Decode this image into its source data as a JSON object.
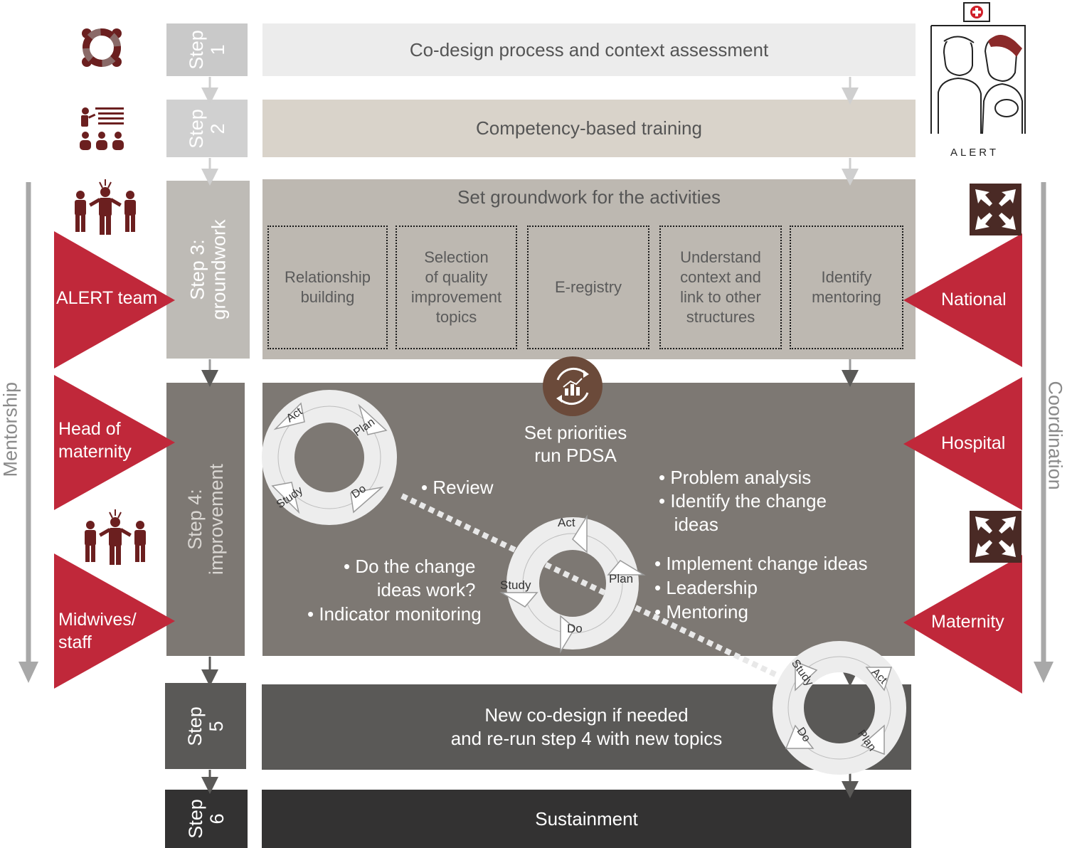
{
  "steps": {
    "s1": "Step\n1",
    "s2": "Step\n2",
    "s3": "Step 3:\ngroundwork",
    "s4": "Step 4:\nimprovement",
    "s5": "Step\n5",
    "s6": "Step\n6"
  },
  "bands": {
    "b1": "Co-design process and context assessment",
    "b2": "Competency-based training",
    "b3_title": "Set groundwork for the activities",
    "b5_line1": "New co-design if needed",
    "b5_line2": "and re-run step 4 with new topics",
    "b6": "Sustainment"
  },
  "groundwork_items": [
    "Relationship\nbuilding",
    "Selection\nof quality\nimprovement\ntopics",
    "E-registry",
    "Understand\ncontext and\nlink to other\nstructures",
    "Identify\nmentoring"
  ],
  "improvement": {
    "title_line1": "Set priorities",
    "title_line2": "run PDSA",
    "review": "• Review",
    "do_change_1": "• Do the change",
    "do_change_2": "ideas work?",
    "indicator": "• Indicator monitoring",
    "right_bullets": [
      "• Problem analysis",
      "• Identify the change",
      "   ideas"
    ],
    "right_bullets2": [
      "• Implement change ideas",
      "• Leadership",
      "• Mentoring"
    ]
  },
  "pdsa": {
    "act": "Act",
    "plan": "Plan",
    "do": "Do",
    "study": "Study"
  },
  "left_flags": [
    "ALERT team",
    "Head of\nmaternity",
    "Midwives/\nstaff"
  ],
  "right_flags": [
    "National",
    "Hospital",
    "Maternity"
  ],
  "side_labels": {
    "left": "Mentorship",
    "right": "Coordination"
  },
  "logo_text": "ALERT",
  "colors": {
    "flag_red": "#c0283a",
    "icon_brown": "#6b1f1f",
    "band1": "#ececec",
    "band2": "#d9d3ca",
    "band3": "#bdb8b1",
    "band4": "#7d7873",
    "band5": "#5a5957",
    "band6": "#333232"
  }
}
